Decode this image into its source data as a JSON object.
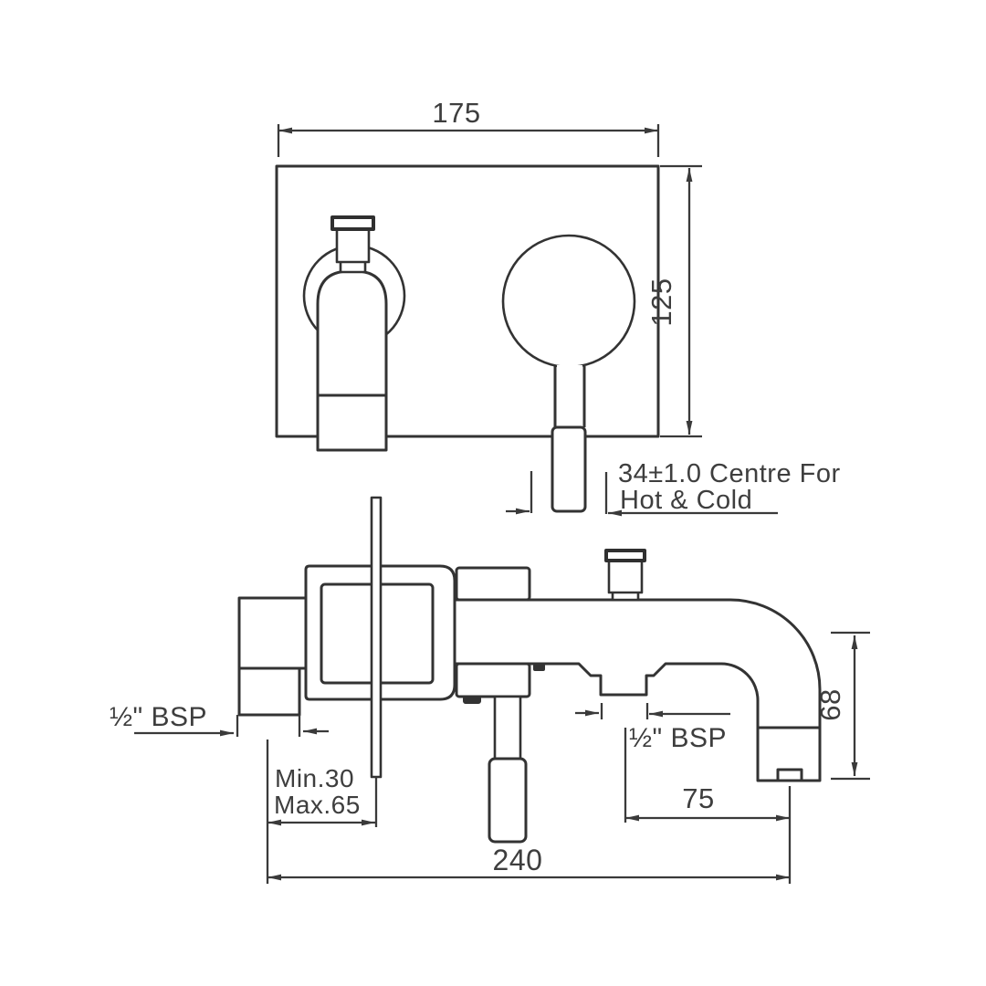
{
  "drawing": {
    "type": "technical-drawing",
    "product": "wall-mounted bath mixer with spout and single-lever handle",
    "background_color": "#ffffff",
    "line_color": "#333333",
    "text_color": "#3e3e3e",
    "dimensions": {
      "plate_width": "175",
      "plate_height": "125",
      "hot_cold_centre_line1": "34±1.0 Centre For",
      "hot_cold_centre_line2": "Hot & Cold",
      "inlet_thread": "½\" BSP",
      "wall_depth_min": "Min.30",
      "wall_depth_max": "Max.65",
      "shower_outlet_thread": "½\" BSP",
      "spout_outlet_distance": "75",
      "spout_drop_height": "68",
      "overall_projection": "240"
    }
  }
}
